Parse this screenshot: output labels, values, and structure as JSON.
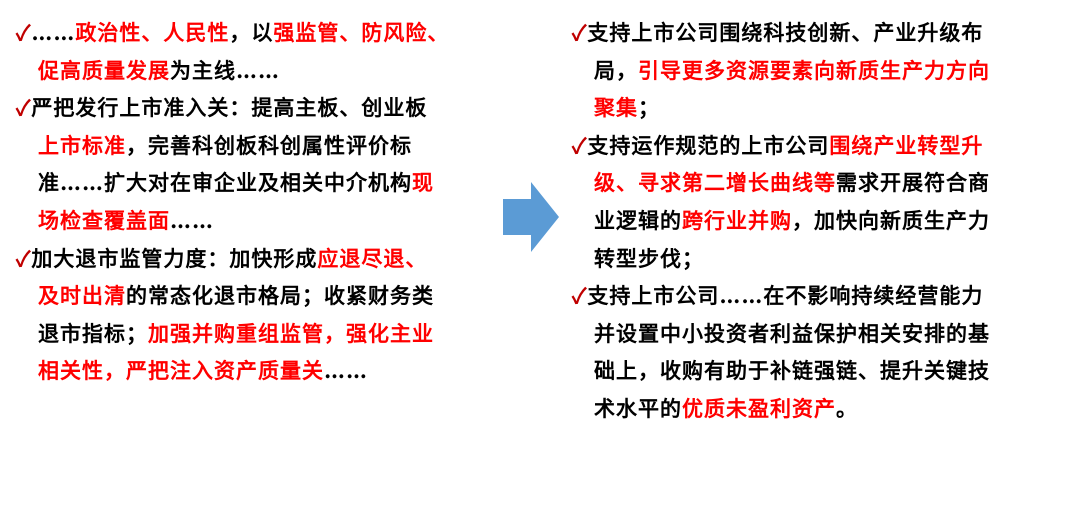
{
  "colors": {
    "highlight": "#ff0000",
    "text": "#000000",
    "arrow": "#5b9bd5",
    "check": "#c00000"
  },
  "icons": {
    "check": "check-icon",
    "arrow": "right-arrow-icon"
  },
  "left": {
    "items": [
      {
        "lines": [
          [
            {
              "t": "✓",
              "c": "check"
            },
            {
              "t": "……"
            },
            {
              "t": "政治性、人民性",
              "h": 1
            },
            {
              "t": "，以"
            },
            {
              "t": "强监管、防风险、",
              "h": 1
            }
          ],
          [
            {
              "t": "促高质量发展",
              "h": 1
            },
            {
              "t": "为主线……"
            }
          ]
        ]
      },
      {
        "lines": [
          [
            {
              "t": "✓",
              "c": "check"
            },
            {
              "t": "严把发行上市准入关：提高主板、创业板"
            }
          ],
          [
            {
              "t": "上市标准",
              "h": 1
            },
            {
              "t": "，完善科创板科创属性评价标"
            }
          ],
          [
            {
              "t": "准……扩大对在审企业及相关中介机构"
            },
            {
              "t": "现",
              "h": 1
            }
          ],
          [
            {
              "t": "场检查覆盖面",
              "h": 1
            },
            {
              "t": "……"
            }
          ]
        ]
      },
      {
        "lines": [
          [
            {
              "t": "✓",
              "c": "check"
            },
            {
              "t": "加大退市监管力度：加快形成"
            },
            {
              "t": "应退尽退、",
              "h": 1
            }
          ],
          [
            {
              "t": "及时出清",
              "h": 1
            },
            {
              "t": "的常态化退市格局；收紧财务类"
            }
          ],
          [
            {
              "t": "退市指标；"
            },
            {
              "t": "加强并购重组监管，强化主业",
              "h": 1
            }
          ],
          [
            {
              "t": "相关性，严把注入资产质量关",
              "h": 1
            },
            {
              "t": "……"
            }
          ]
        ]
      }
    ]
  },
  "right": {
    "items": [
      {
        "lines": [
          [
            {
              "t": "✓",
              "c": "check"
            },
            {
              "t": "支持上市公司围绕科技创新、产业升级布"
            }
          ],
          [
            {
              "t": "局，"
            },
            {
              "t": "引导更多资源要素向新质生产力方向",
              "h": 1
            }
          ],
          [
            {
              "t": "聚集",
              "h": 1
            },
            {
              "t": "；"
            }
          ]
        ]
      },
      {
        "lines": [
          [
            {
              "t": "✓",
              "c": "check"
            },
            {
              "t": "支持运作规范的上市公司"
            },
            {
              "t": "围绕产业转型升",
              "h": 1
            }
          ],
          [
            {
              "t": "级、寻求第二增长曲线等",
              "h": 1
            },
            {
              "t": "需求开展符合商"
            }
          ],
          [
            {
              "t": "业逻辑的"
            },
            {
              "t": "跨行业并购",
              "h": 1
            },
            {
              "t": "，加快向新质生产力"
            }
          ],
          [
            {
              "t": "转型步伐；"
            }
          ]
        ]
      },
      {
        "lines": [
          [
            {
              "t": "✓",
              "c": "check"
            },
            {
              "t": "支持上市公司……在不影响持续经营能力"
            }
          ],
          [
            {
              "t": "并设置中小投资者利益保护相关安排的基"
            }
          ],
          [
            {
              "t": "础上，收购有助于补链强链、提升关键技"
            }
          ],
          [
            {
              "t": "术水平的"
            },
            {
              "t": "优质未盈利资产",
              "h": 1
            },
            {
              "t": "。"
            }
          ]
        ]
      }
    ]
  }
}
